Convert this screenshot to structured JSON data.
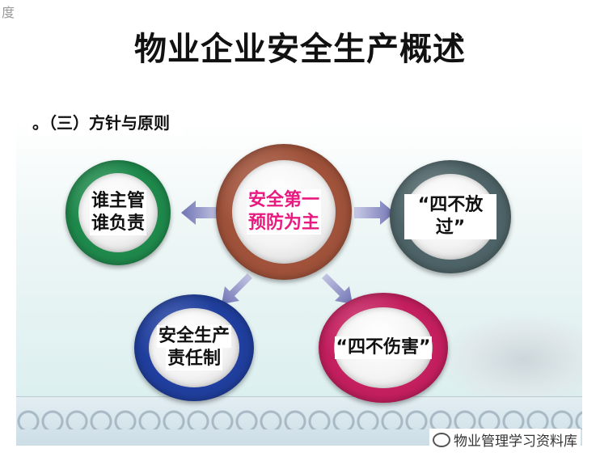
{
  "corner_text": "度",
  "title": "物业企业安全生产概述",
  "subtitle": "。（三）方针与原则",
  "center": {
    "line1": "安全第一",
    "line2": "预防为主",
    "text_color": "#e8197f",
    "ring_color": "#a0523a"
  },
  "left": {
    "line1": "谁主管",
    "line2": "谁负责",
    "ring_color": "#1f8a4c"
  },
  "right": {
    "line1": "“四不放过”",
    "ring_color": "#4e6468"
  },
  "bottom_left": {
    "line1": "安全生产",
    "line2": "责任制",
    "ring_color": "#203f9e"
  },
  "bottom_right": {
    "line1": "“四不伤害”",
    "ring_color": "#c41f5e"
  },
  "footer": "物业管理学习资料库"
}
